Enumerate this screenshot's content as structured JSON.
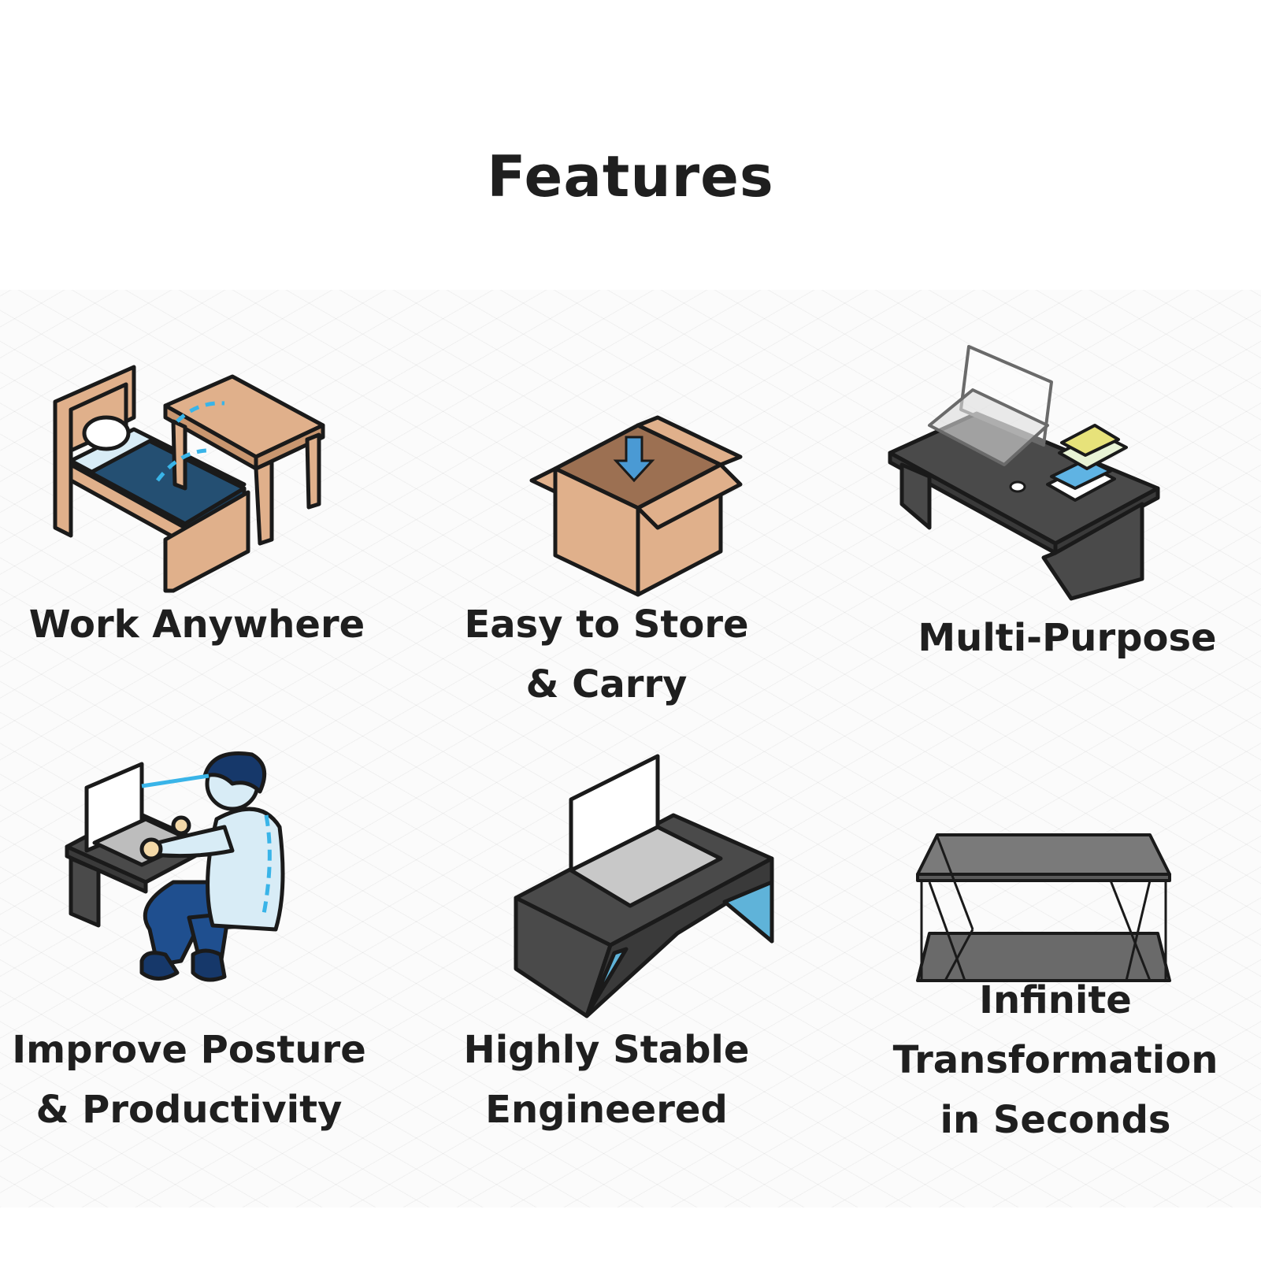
{
  "page": {
    "title": "Features"
  },
  "features": [
    {
      "id": "work-anywhere",
      "lines": [
        "Work Anywhere"
      ],
      "icon": "bed-with-table-icon"
    },
    {
      "id": "easy-store-carry",
      "lines": [
        "Easy to Store",
        "& Carry"
      ],
      "icon": "cardboard-box-icon"
    },
    {
      "id": "multi-purpose",
      "lines": [
        "Multi-Purpose"
      ],
      "icon": "desk-with-laptop-and-books-icon"
    },
    {
      "id": "improve-posture",
      "lines": [
        "Improve Posture",
        "& Productivity"
      ],
      "icon": "person-at-laptop-icon"
    },
    {
      "id": "highly-stable",
      "lines": [
        "Highly Stable",
        "Engineered"
      ],
      "icon": "stable-desk-with-laptop-icon"
    },
    {
      "id": "infinite-transformation",
      "lines": [
        "Infinite",
        "Transformation",
        "in Seconds"
      ],
      "icon": "folding-desk-frame-icon"
    }
  ],
  "colors": {
    "wood": "#e0b08b",
    "navy": "#244f72",
    "light-blue": "#d8ecf6",
    "dark-gray": "#4a4a4a",
    "accent-blue": "#39b4e8",
    "outline": "#1a1a1a"
  }
}
